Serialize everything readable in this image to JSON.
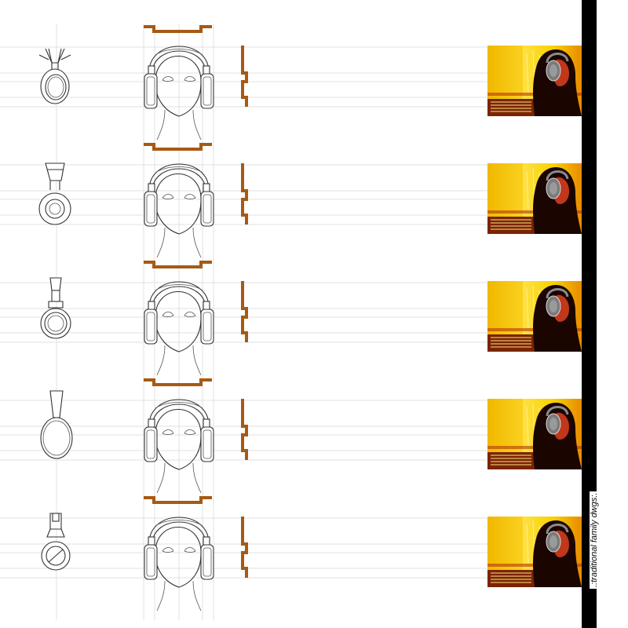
{
  "sheet": {
    "side_label": ".:traditional family dwgs:.",
    "accent_color": "#a65a14",
    "bar_color": "#000000"
  },
  "variants": [
    {
      "id": 1,
      "side_icon": "headphone-side-profile-cradle-icon",
      "front_icon": "head-front-with-headphones-icon",
      "photo": "photo-woman-wearing-headphones"
    },
    {
      "id": 2,
      "side_icon": "headphone-side-profile-yoke-icon",
      "front_icon": "head-front-with-headphones-icon",
      "photo": "photo-woman-wearing-headphones"
    },
    {
      "id": 3,
      "side_icon": "headphone-side-profile-slider-icon",
      "front_icon": "head-front-with-headphones-icon",
      "photo": "photo-woman-wearing-headphones"
    },
    {
      "id": 4,
      "side_icon": "headphone-side-profile-oval-icon",
      "front_icon": "head-front-with-headphones-icon",
      "photo": "photo-woman-wearing-headphones"
    },
    {
      "id": 5,
      "side_icon": "headphone-side-profile-hinge-icon",
      "front_icon": "head-front-with-headphones-icon",
      "photo": "photo-woman-wearing-headphones"
    }
  ]
}
